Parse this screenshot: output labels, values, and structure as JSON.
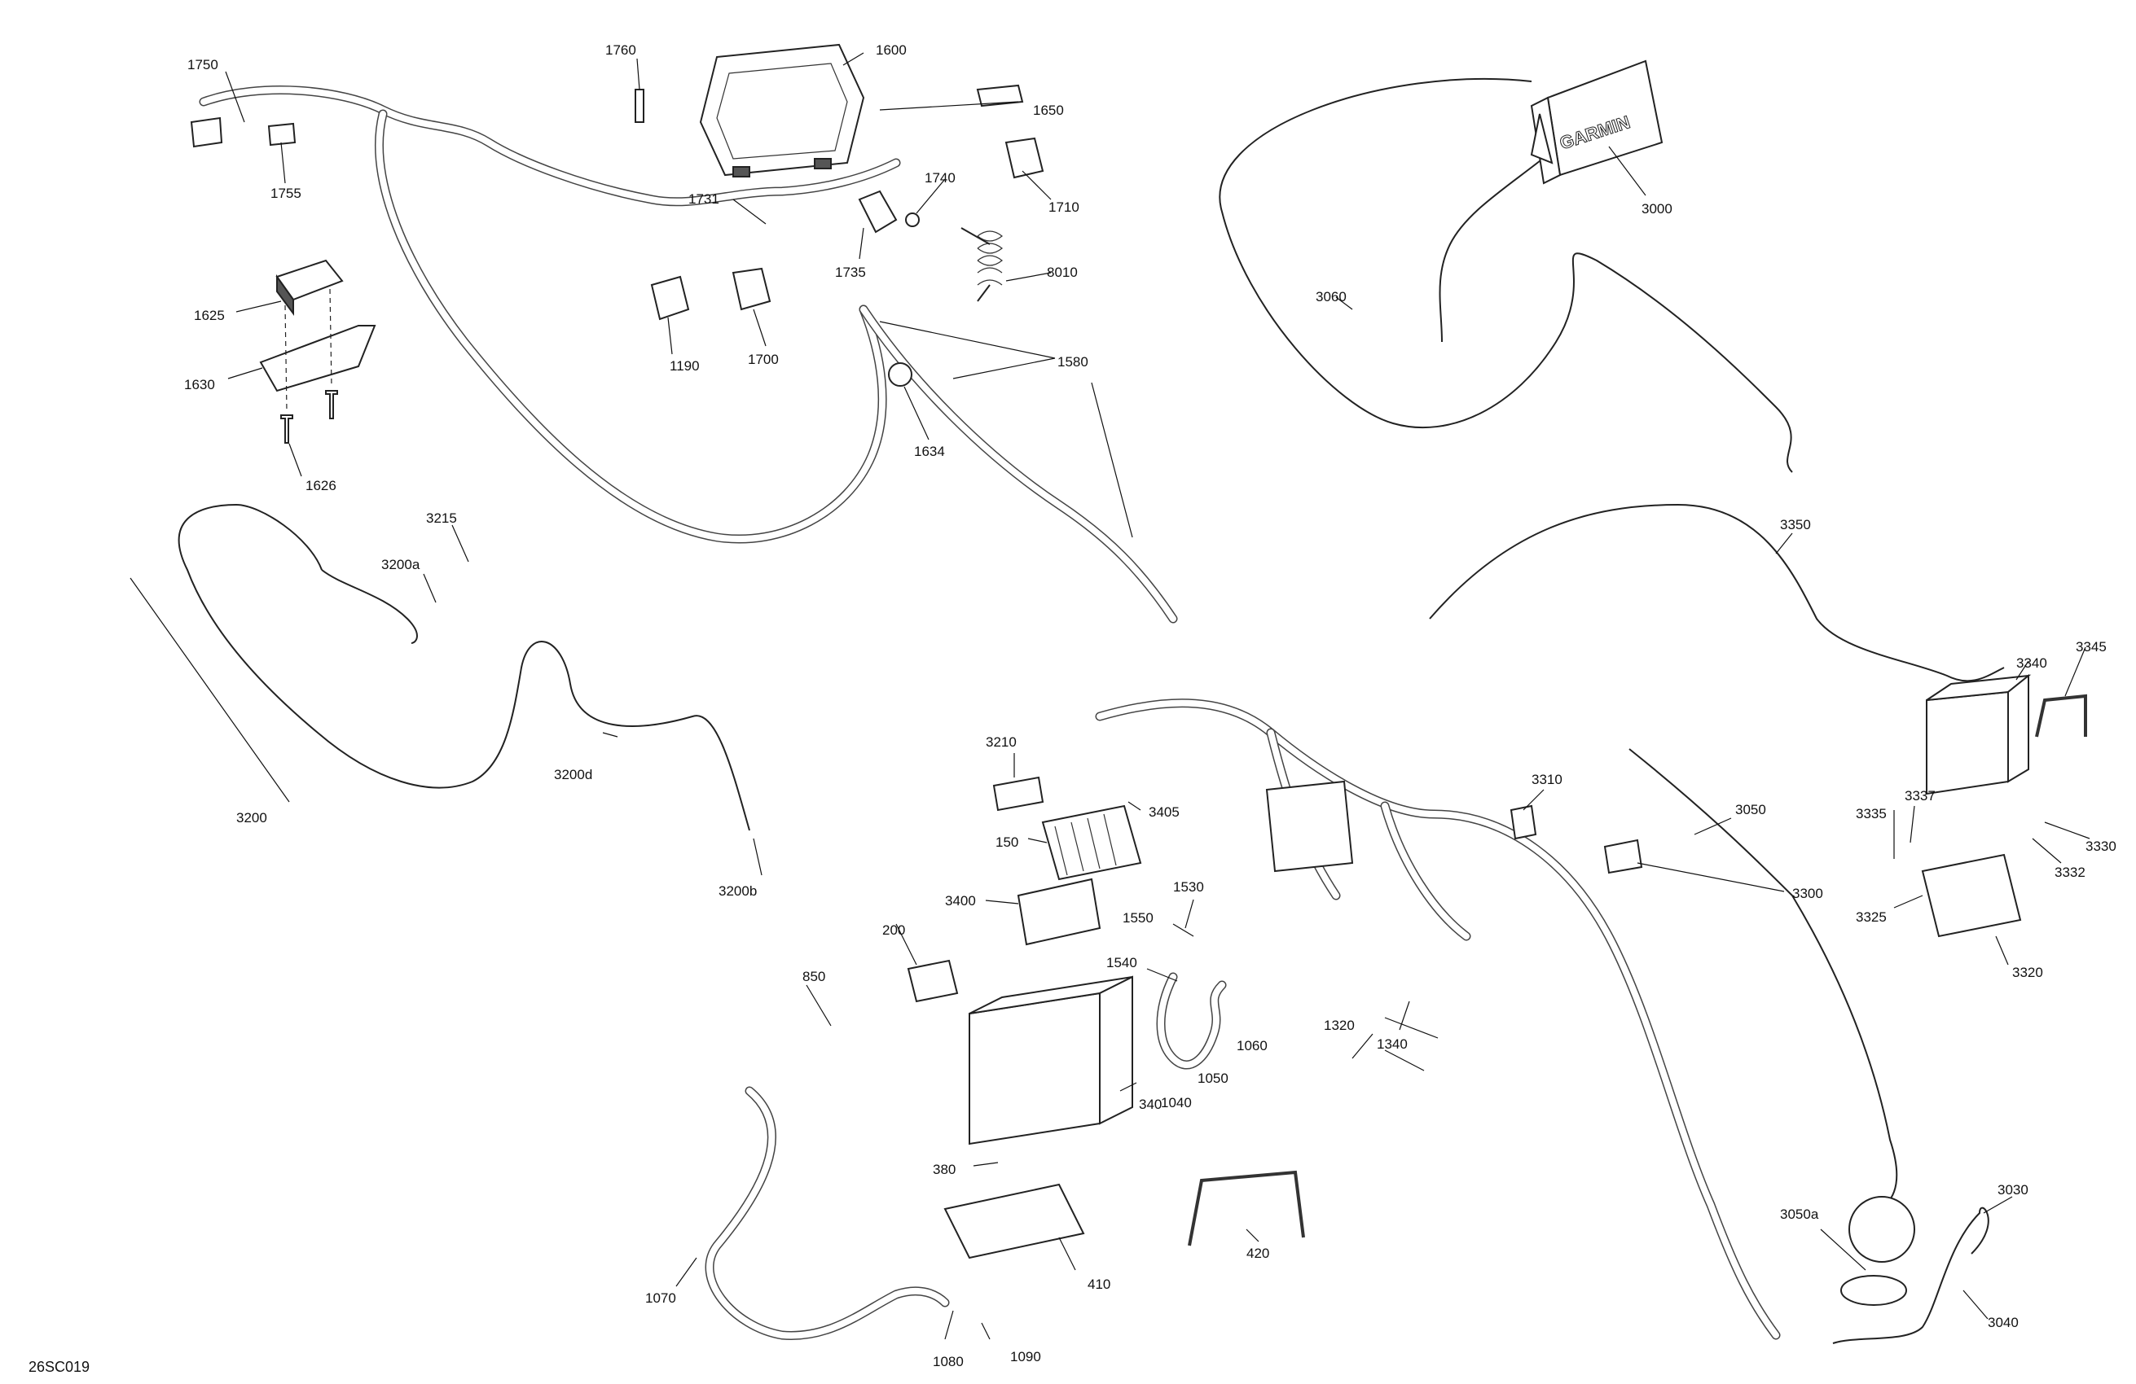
{
  "diagram": {
    "code": "26SC019",
    "brand_mark": "GARMIN",
    "colors": {
      "ink": "#111111",
      "highlight": "#3cb043"
    },
    "labels": {
      "l1750": "1750",
      "l1755": "1755",
      "l1760": "1760",
      "l1600": "1600",
      "l1650": "1650",
      "l1710": "1710",
      "l1731": "1731",
      "l1740": "1740",
      "l1735": "1735",
      "l8010": "8010",
      "l1625": "1625",
      "l1630": "1630",
      "l1626": "1626",
      "l1190": "1190",
      "l1700": "1700",
      "l1580": "1580",
      "l1634": "1634",
      "l3000": "3000",
      "l3060": "3060",
      "l3215": "3215",
      "l3200a": "3200a",
      "l3200": "3200",
      "l3200d": "3200d",
      "l3200b": "3200b",
      "l3350": "3350",
      "l3345": "3345",
      "l3340": "3340",
      "l3337": "3337",
      "l3335": "3335",
      "l3330": "3330",
      "l3332": "3332",
      "l3325": "3325",
      "l3320": "3320",
      "l3210": "3210",
      "l3405": "3405",
      "l150": "150",
      "l3400": "3400",
      "l3310": "3310",
      "l3050": "3050",
      "l3300": "3300",
      "l1530": "1530",
      "l1550": "1550",
      "l1540": "1540",
      "l1060": "1060",
      "l1050": "1050",
      "l1040": "1040",
      "l1320": "1320",
      "l1340": "1340",
      "l200": "200",
      "l850": "850",
      "l340": "340",
      "l380": "380",
      "l410": "410",
      "l420": "420",
      "l1070": "1070",
      "l1080": "1080",
      "l1090": "1090",
      "l3050a": "3050a",
      "l3030": "3030",
      "l3040": "3040"
    }
  }
}
